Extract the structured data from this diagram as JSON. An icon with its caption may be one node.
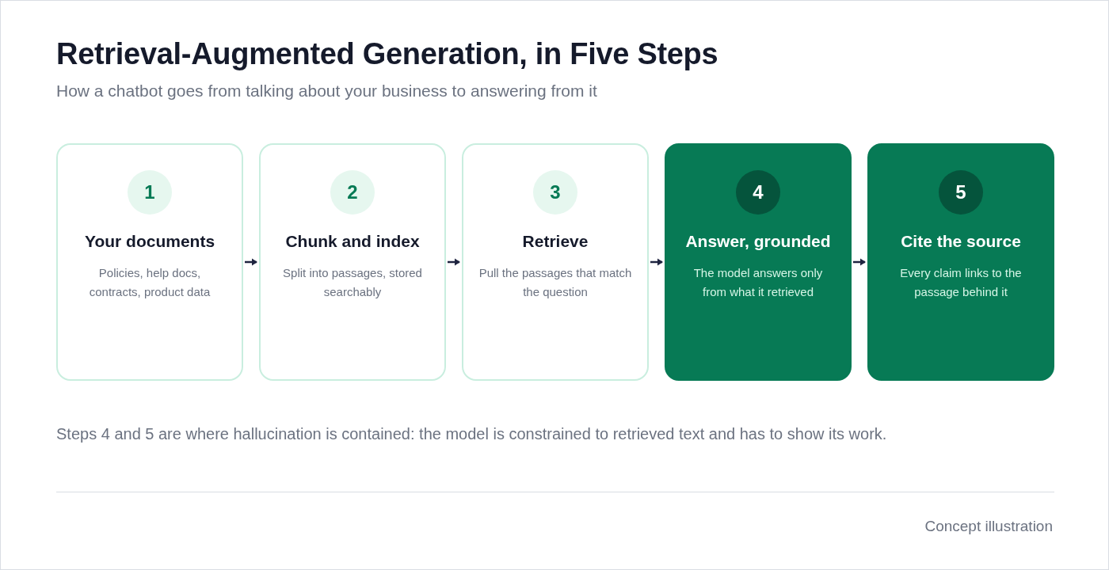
{
  "diagram": {
    "title": "Retrieval-Augmented Generation, in Five Steps",
    "caption": "How a chatbot goes from talking about your business to answering from it",
    "nodes": [
      {
        "text": [
          "1",
          "Your documents",
          "Policies, help docs, contracts, product data"
        ]
      },
      {
        "text": [
          "2",
          "Chunk and index",
          "Split into passages, stored searchably"
        ]
      },
      {
        "text": [
          "3",
          "Retrieve",
          "Pull the passages that match the question"
        ]
      },
      {
        "text": [
          "4",
          "Answer, grounded",
          "The model answers only from what it retrieved"
        ]
      },
      {
        "text": [
          "5",
          "Cite the source",
          "Every claim links to the passage behind it"
        ]
      }
    ],
    "edges": [
      {
        "from": 0,
        "to": 1,
        "arrow": "to"
      },
      {
        "from": 1,
        "to": 2,
        "arrow": "to"
      },
      {
        "from": 2,
        "to": 3,
        "arrow": "to"
      },
      {
        "from": 3,
        "to": 4,
        "arrow": "to"
      }
    ],
    "labels": [
      "Steps 4 and 5 are where hallucination is contained: the model is constrained to retrieved text and has to show its work.",
      "Concept illustration"
    ]
  }
}
